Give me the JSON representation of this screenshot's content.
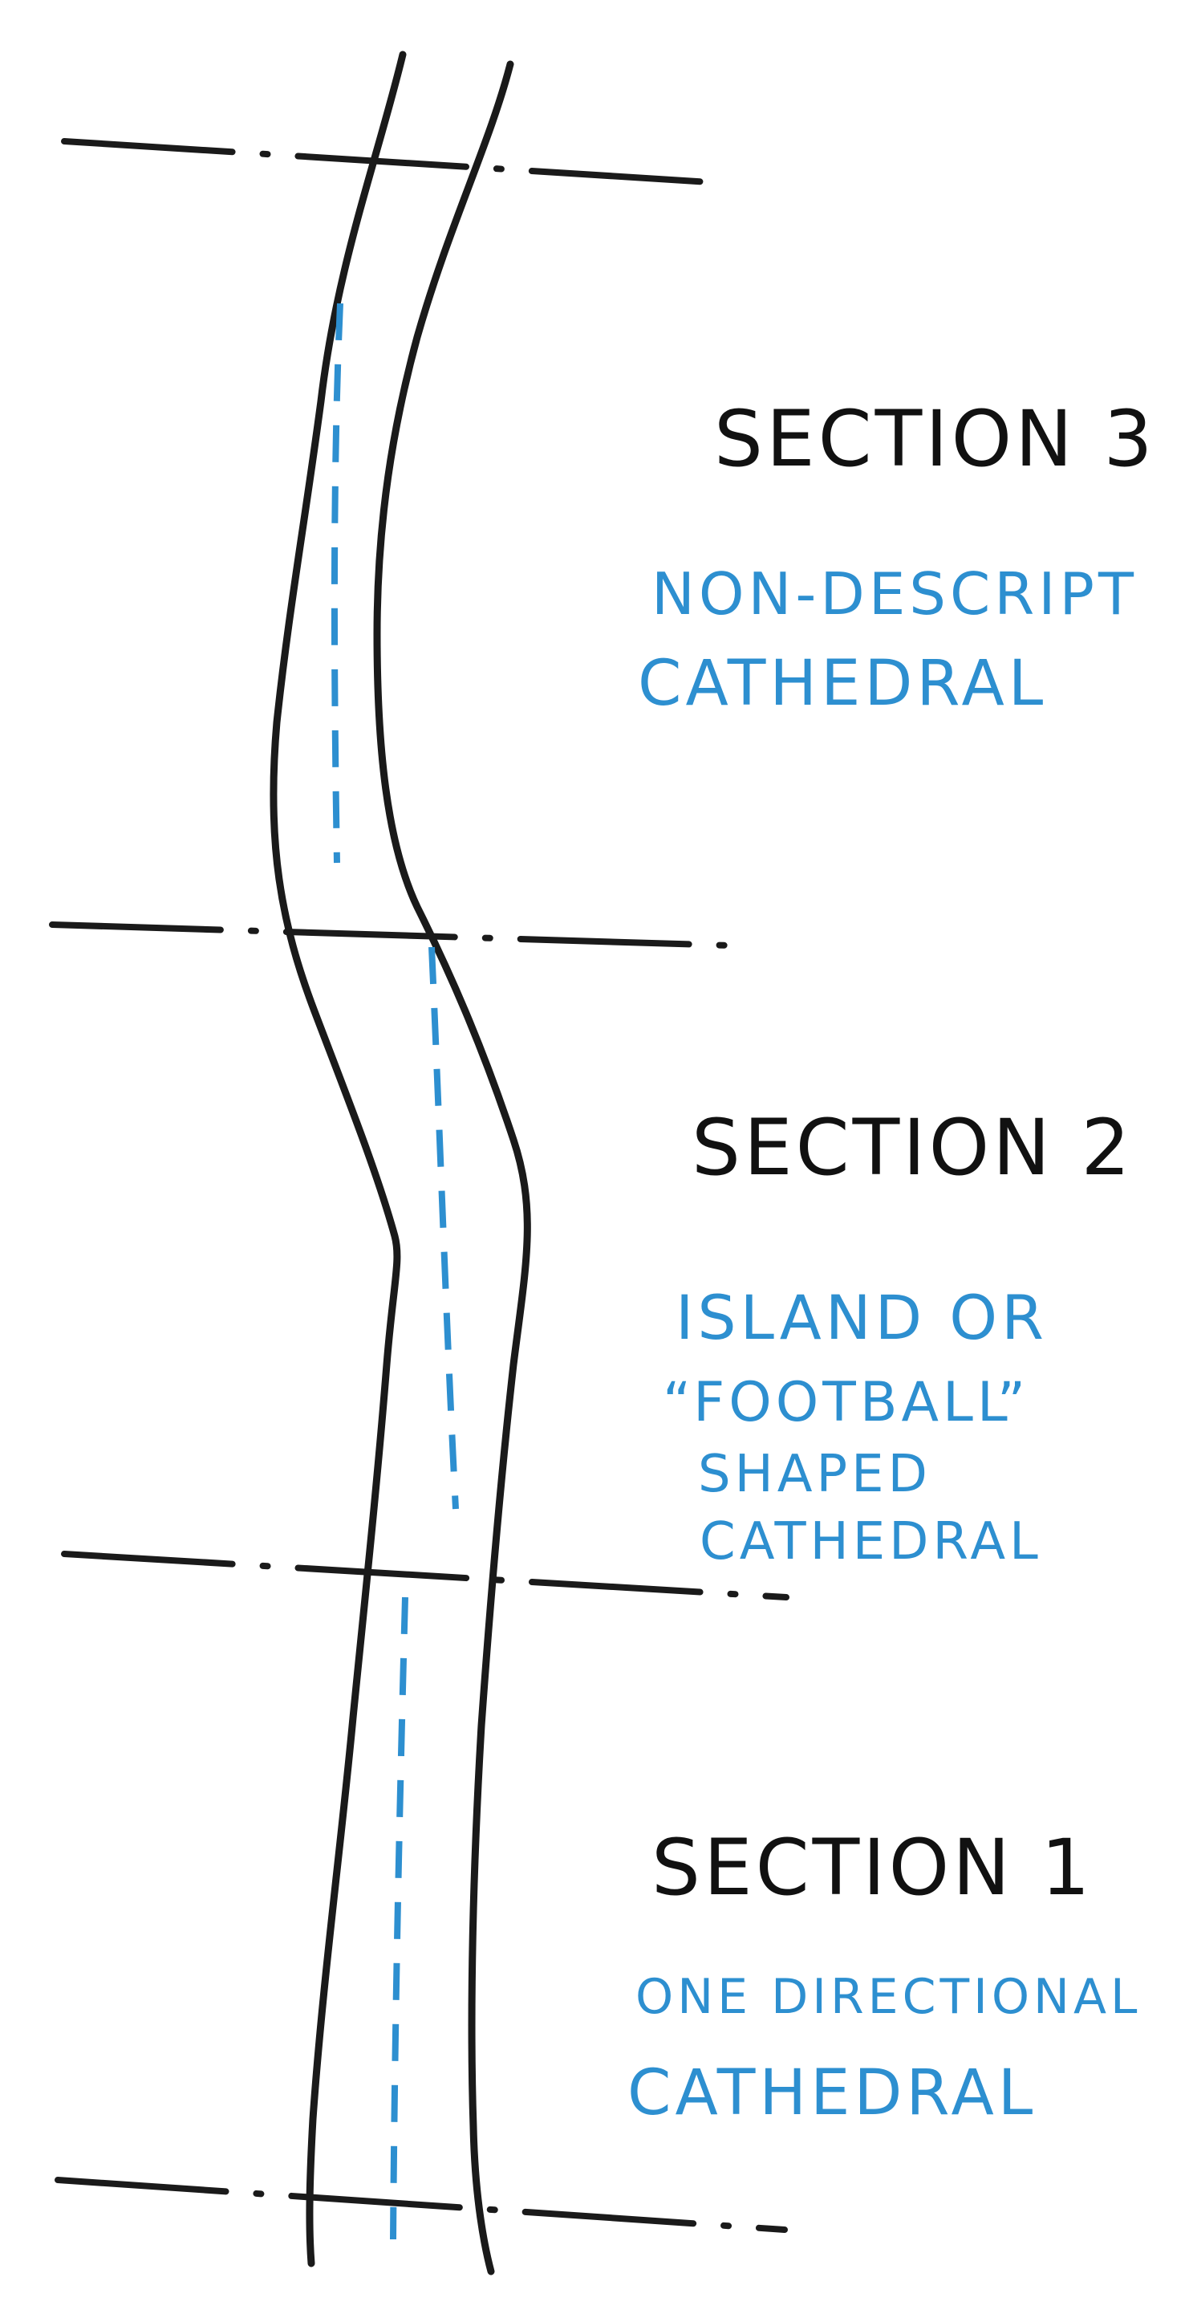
{
  "colors": {
    "ink": "#1a1a1a",
    "blue": "#2d8fd0"
  },
  "sections": [
    {
      "id": "section-3",
      "heading": "SECTION 3",
      "note_lines": [
        "NON-DESCRIPT",
        "CATHEDRAL"
      ]
    },
    {
      "id": "section-2",
      "heading": "SECTION 2",
      "note_lines": [
        "ISLAND OR",
        "“FOOTBALL”",
        "SHAPED",
        "CATHEDRAL"
      ]
    },
    {
      "id": "section-1",
      "heading": "SECTION 1",
      "note_lines": [
        "ONE DIRECTIONAL",
        "CATHEDRAL"
      ]
    }
  ]
}
